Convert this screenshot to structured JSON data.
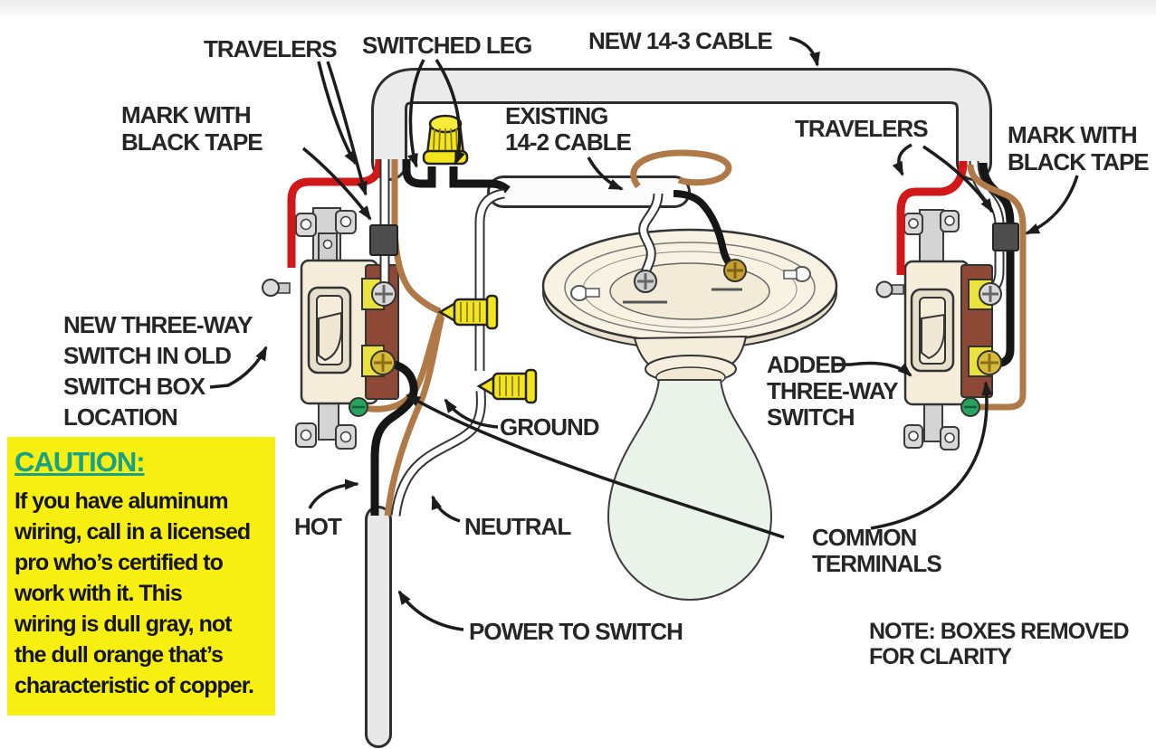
{
  "labels": {
    "travelers_left": "TRAVELERS",
    "switched_leg": "SWITCHED LEG",
    "new_cable": "NEW 14-3 CABLE",
    "mark_tape_left": "MARK WITH\nBLACK TAPE",
    "existing_cable": "EXISTING\n14-2 CABLE",
    "travelers_right": "TRAVELERS",
    "mark_tape_right": "MARK WITH\nBLACK TAPE",
    "new_switch": "NEW THREE-WAY\nSWITCH IN OLD\nSWITCH BOX\nLOCATION",
    "added_switch": "ADDED\nTHREE-WAY\nSWITCH",
    "ground": "GROUND",
    "hot": "HOT",
    "neutral": "NEUTRAL",
    "common_terminals": "COMMON\nTERMINALS",
    "power_to_switch": "POWER TO SWITCH",
    "note": "NOTE: BOXES REMOVED\nFOR CLARITY"
  },
  "caution": {
    "title": "CAUTION:",
    "body": "If you have aluminum\nwiring, call in a licensed\npro who’s certified to\nwork with it. This\nwiring is dull gray, not\nthe dull orange that’s\ncharacteristic of copper."
  },
  "colors": {
    "hot_wire_red": "#d01818",
    "switched_leg_black": "#161616",
    "neutral_white": "#ffffff",
    "ground_copper": "#b07a48",
    "cable_sheath": "#ebebeb",
    "wire_nut_yellow": "#f2e51e",
    "black_tape": "#4e4e4e",
    "switch_body_ivory": "#f5edda",
    "switch_side_brown": "#8d4936",
    "terminal_brass": "#d6ba3a",
    "ground_screw_green": "#27a35c",
    "bulb_glass": "#eaf3ea",
    "caution_bg": "#f6ef11",
    "caution_title": "#17a189",
    "label_text": "#262626"
  },
  "components": {
    "left_switch": "new three-way switch",
    "right_switch": "added three-way switch",
    "fixture": "ceiling lamp holder",
    "bulb": "light bulb",
    "cables": [
      "new 14-3 cable",
      "existing 14-2 cable",
      "power-to-switch cable"
    ],
    "wire_nuts": [
      "switched-leg nut",
      "ground nut",
      "neutral nut"
    ]
  }
}
